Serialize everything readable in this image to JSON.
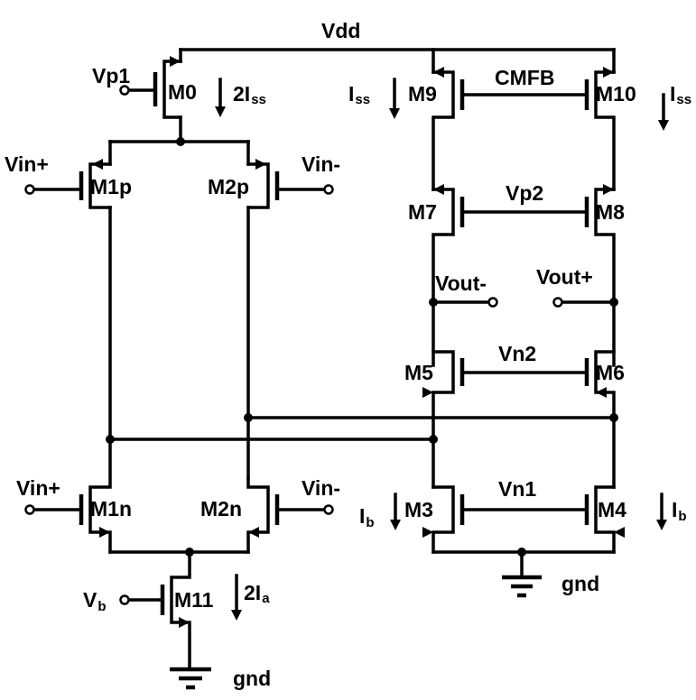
{
  "supply": {
    "vdd": "Vdd",
    "gnd_left": "gnd",
    "gnd_right": "gnd"
  },
  "transistors": {
    "m0": "M0",
    "m1p": "M1p",
    "m2p": "M2p",
    "m1n": "M1n",
    "m2n": "M2n",
    "m11": "M11",
    "m9": "M9",
    "m10": "M10",
    "m7": "M7",
    "m8": "M8",
    "m5": "M5",
    "m6": "M6",
    "m3": "M3",
    "m4": "M4"
  },
  "inputs": {
    "vp1": "Vp1",
    "vin_plus_top": "Vin+",
    "vin_minus_top": "Vin-",
    "vin_plus_bot": "Vin+",
    "vin_minus_bot": "Vin-",
    "vb_main": "V",
    "vb_sub": "b"
  },
  "biases": {
    "cmfb": "CMFB",
    "vp2": "Vp2",
    "vn2": "Vn2",
    "vn1": "Vn1"
  },
  "outputs": {
    "vout_minus": "Vout-",
    "vout_plus": "Vout+"
  },
  "currents": {
    "i2ss_main": "2I",
    "i2ss_sub": "ss",
    "iss9_main": "I",
    "iss9_sub": "ss",
    "iss10_main": "I",
    "iss10_sub": "ss",
    "i2a_main": "2I",
    "i2a_sub": "a",
    "ib3_main": "I",
    "ib3_sub": "b",
    "ib4_main": "I",
    "ib4_sub": "b"
  }
}
